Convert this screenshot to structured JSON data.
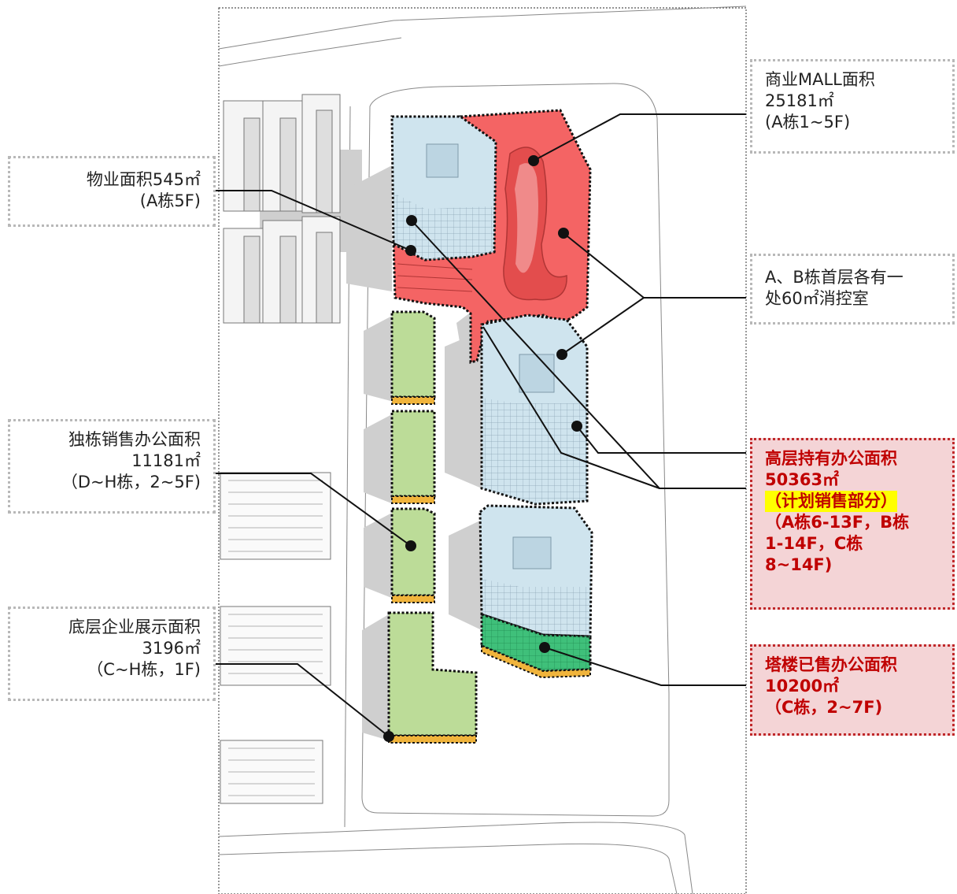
{
  "labels": {
    "mall": {
      "line1": "商业MALL面积",
      "line2": "25181㎡",
      "line3": "(A栋1~5F)"
    },
    "property": {
      "line1": "物业面积545㎡",
      "line2": "(A栋5F)"
    },
    "fire_control": {
      "line1": "A、B栋首层各有一",
      "line2": "处60㎡消控室"
    },
    "single_sale": {
      "line1": "独栋销售办公面积",
      "line2": "11181㎡",
      "line3": "（D~H栋，2~5F)"
    },
    "held_office": {
      "line1": "高层持有办公面积",
      "line2": "50363㎡",
      "line3": "（计划销售部分）",
      "line4": "（A栋6-13F，B栋",
      "line5": "1-14F，C栋",
      "line6": "8~14F)"
    },
    "showroom": {
      "line1": "底层企业展示面积",
      "line2": "3196㎡",
      "line3": "（C~H栋，1F)"
    },
    "tower_sold": {
      "line1": "塔楼已售办公面积",
      "line2": "10200㎡",
      "line3": "（C栋，2~7F)"
    }
  },
  "colors": {
    "commercial_red": "#f46464",
    "office_blue": "#cfe4ee",
    "office_green": "#bcdc98",
    "sold_green": "#3fc07a",
    "showroom_orange": "#f0b43c",
    "red_text": "#c00000"
  }
}
